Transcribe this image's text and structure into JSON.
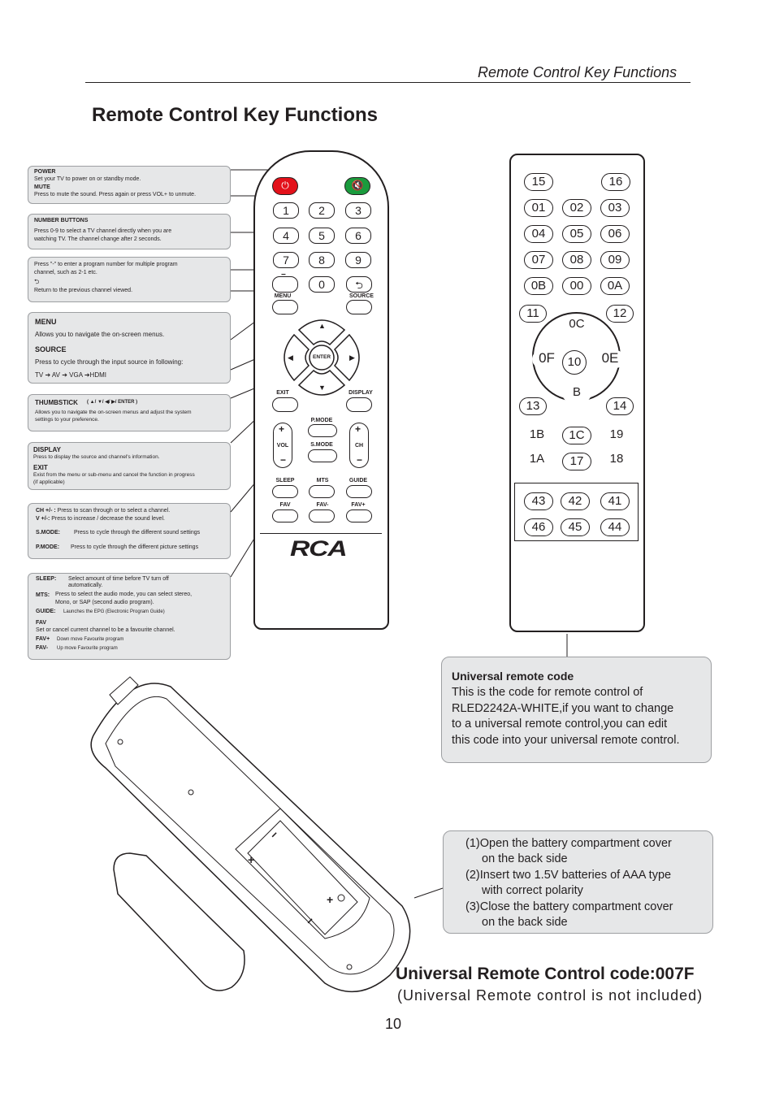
{
  "header": {
    "title": "Remote Control Key Functions"
  },
  "page_title": "Remote Control Key Functions",
  "callouts": {
    "power": {
      "h1": "POWER",
      "d1": "Set your TV to power on or standby mode.",
      "h2": "MUTE",
      "d2": "Press to mute the sound. Press again or press VOL+ to unmute."
    },
    "numbers": {
      "h": "NUMBER BUTTONS",
      "d1": "Press 0-9 to select a TV channel directly when you  are",
      "d2": "watching TV. The channel  change  after 2 seconds."
    },
    "dash": {
      "d1": "Press \"-\" to enter a program number for multiple program",
      "d2": "channel, such as 2-1 etc.",
      "d3": "Return to the previous channel viewed."
    },
    "menu": {
      "h1": "MENU",
      "d1": "Allows you to navigate the on-screen menus.",
      "h2": "SOURCE",
      "d2": "Press to cycle through the input source in following:",
      "seq": "TV ➔ AV  ➔ VGA ➔HDMI"
    },
    "thumb": {
      "h": "THUMBSTICK",
      "h_sub": "( ▲/ ▼/ ◀/ ▶/ ENTER )",
      "d1": "Allows you to navigate the on-screen menus and adjust the system",
      "d2": "settings to your preference."
    },
    "display": {
      "h1": "DISPLAY",
      "d1": "Press to display the source and channel's information.",
      "h2": "EXIT",
      "d2": "Exist  from the menu or sub-menu and cancel  the function in progress",
      "d3": "(if  applicable)"
    },
    "chvol": {
      "l1": "CH +/- :",
      "d1": "Press to scan through or to select a channel.",
      "l2": "V +/-:",
      "d2": "Press to increase / decrease the sound level.",
      "l3": "S.MODE:",
      "d3": "Press to cycle through the different sound settings",
      "l4": "P.MODE:",
      "d4": "Press to cycle through the different picture settings"
    },
    "sleep": {
      "l1": "SLEEP:",
      "d1": "Select amount of time before TV turn off",
      "d1b": "automatically.",
      "l2": "MTS:",
      "d2": "Press to select the audio mode, you can select stereo,",
      "d2b": "Mono, or SAP (second audio program).",
      "l3": "GUIDE:",
      "d3": "Launches the EPG (Electronic Program Guide)",
      "l4": "FAV",
      "d4": "Set or cancel current channel to be a favourite channel.",
      "l5": "FAV+",
      "d5": "Down move  Favourite  program",
      "l6": "FAV-",
      "d6": "Up move Favourite  program"
    }
  },
  "remote": {
    "digits": [
      "1",
      "2",
      "3",
      "4",
      "5",
      "6",
      "7",
      "8",
      "9"
    ],
    "zero": "0",
    "menu": "MENU",
    "source": "SOURCE",
    "enter": "ENTER",
    "exit": "EXIT",
    "display": "DISPLAY",
    "pmode": "P.MODE",
    "smode": "S.MODE",
    "vol": "VOL",
    "ch": "CH",
    "sleep": "SLEEP",
    "mts": "MTS",
    "guide": "GUIDE",
    "fav": "FAV",
    "favm": "FAV-",
    "favp": "FAV+",
    "brand": "RCA"
  },
  "universal": {
    "codes": [
      "15",
      "16",
      "01",
      "02",
      "03",
      "04",
      "05",
      "06",
      "07",
      "08",
      "09",
      "0B",
      "00",
      "0A",
      "11",
      "12",
      "0C",
      "0F",
      "10",
      "0E",
      "B",
      "13",
      "14",
      "1B",
      "1C",
      "19",
      "1A",
      "17",
      "18",
      "43",
      "42",
      "41",
      "46",
      "45",
      "44"
    ]
  },
  "code_box": {
    "h": "Universal remote code",
    "l1": "This is the code for remote control of",
    "l2": "RLED2242A-WHITE,if you want to change",
    "l3": "to a universal remote control,you can edit",
    "l4": "this code into your universal remote control."
  },
  "battery_box": {
    "l1": "(1)Open the battery compartment cover",
    "l1b": "on the back side",
    "l2": "(2)Insert two 1.5V batteries of AAA type",
    "l2b": "with correct polarity",
    "l3": "(3)Close the battery compartment cover",
    "l3b": "on the back side"
  },
  "footer": {
    "title": "Universal Remote Control code:007F",
    "subtitle": "(Universal  Remote  control  is  not  included)",
    "page_number": "10"
  }
}
